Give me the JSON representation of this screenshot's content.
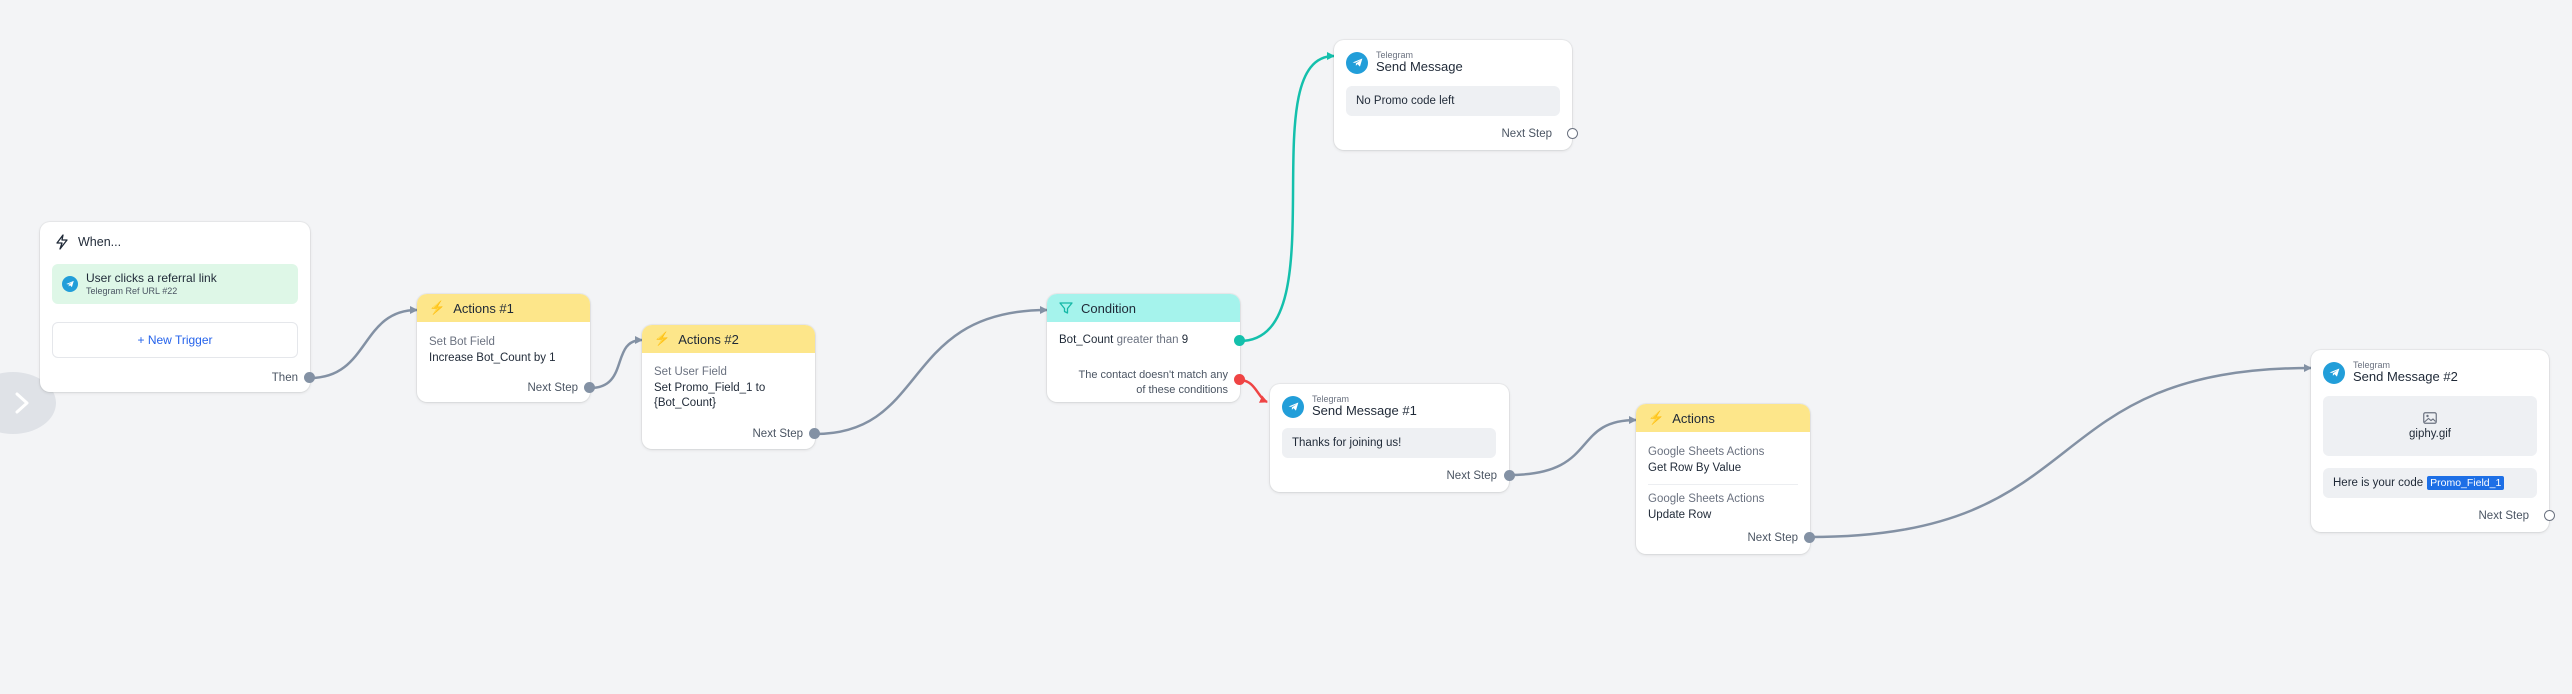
{
  "trigger": {
    "title": "When...",
    "item_title": "User clicks a referral link",
    "item_subtitle": "Telegram Ref URL #22",
    "new_trigger": "+ New Trigger",
    "port_label": "Then"
  },
  "actions1": {
    "title": "Actions #1",
    "label": "Set Bot Field",
    "value": "Increase Bot_Count by 1",
    "port_label": "Next Step"
  },
  "actions2": {
    "title": "Actions #2",
    "label": "Set User Field",
    "value_line1": "Set Promo_Field_1 to",
    "value_line2": "{Bot_Count}",
    "port_label": "Next Step"
  },
  "condition": {
    "title": "Condition",
    "field": "Bot_Count",
    "operator": "greater than",
    "value": "9",
    "else_line1": "The contact doesn't match any",
    "else_line2": "of these conditions"
  },
  "send_message": {
    "app": "Telegram",
    "title": "Send Message",
    "message": "No Promo code left",
    "port_label": "Next Step"
  },
  "send_message_1": {
    "app": "Telegram",
    "title": "Send Message #1",
    "message": "Thanks for joining us!",
    "port_label": "Next Step"
  },
  "actions3": {
    "title": "Actions",
    "item1_label": "Google Sheets Actions",
    "item1_value": "Get Row By Value",
    "item2_label": "Google Sheets Actions",
    "item2_value": "Update Row",
    "port_label": "Next Step"
  },
  "send_message_2": {
    "app": "Telegram",
    "title": "Send Message #2",
    "attachment": "giphy.gif",
    "message_prefix": "Here is your code",
    "message_variable": "Promo_Field_1",
    "port_label": "Next Step"
  },
  "colors": {
    "edge": "#8391a4",
    "edge_true": "#14c0ac",
    "edge_false": "#ef4444",
    "telegram": "#229ed9",
    "action_header": "#fde68a",
    "condition_header": "#a5f3ec",
    "variable_highlight": "#1d6fe6"
  }
}
